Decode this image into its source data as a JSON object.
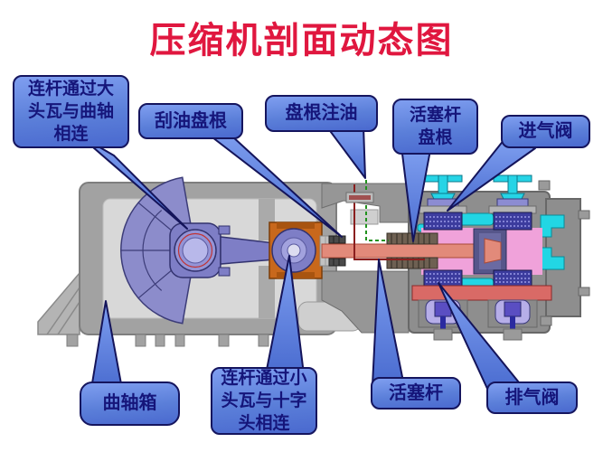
{
  "title": "压缩机剖面动态图",
  "callouts": {
    "big_end": {
      "label": "连杆通过大头瓦与曲轴相连"
    },
    "oil_scraper": {
      "label": "刮油盘根"
    },
    "packing_oil": {
      "label": "盘根注油"
    },
    "rod_packing": {
      "label": "活塞杆盘根"
    },
    "intake_valve": {
      "label": "进气阀"
    },
    "crankcase": {
      "label": "曲轴箱"
    },
    "small_end": {
      "label": "连杆通过小头瓦与十字头相连"
    },
    "piston_rod": {
      "label": "活塞杆"
    },
    "discharge_valve": {
      "label": "排气阀"
    }
  },
  "colors": {
    "title_red": "#e0173f",
    "callout_fill": "#5b7fd9",
    "callout_border": "#15155e",
    "callout_text": "#15157a",
    "housing_gray": "#a2a2a2",
    "housing_inner_gray": "#d8d8d8",
    "crank_purple": "#8c8ccb",
    "crosshead_orange": "#c8681c",
    "piston_rod_salmon": "#e28a7a",
    "cylinder_bore_pink": "#f0a2da",
    "water_jacket_cyan": "#22d6e4",
    "valve_body_blue": "#3c3c9e",
    "discharge_manifold_red": "#d96a66",
    "oil_line_red": "#8a1f1f",
    "oil_line_green": "#22921e"
  }
}
